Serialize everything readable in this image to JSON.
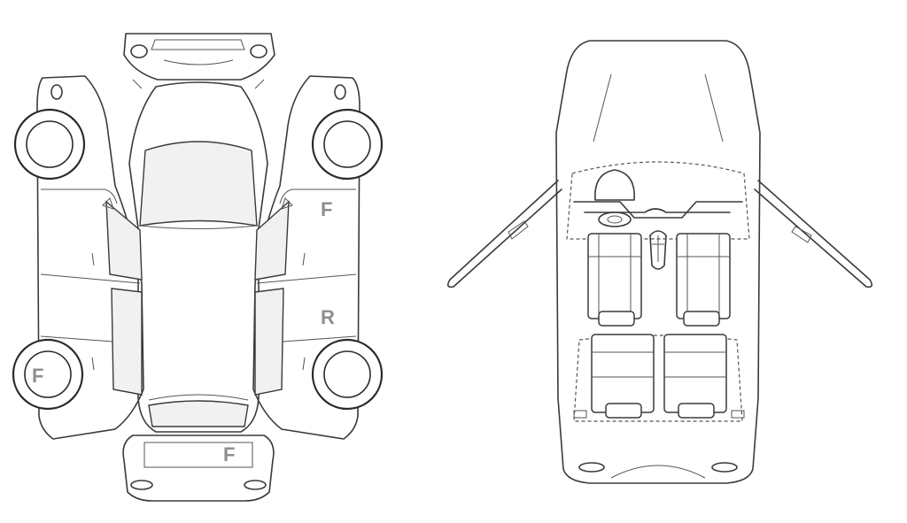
{
  "labels": {
    "mark_front_right": "F",
    "mark_rear_right": "R",
    "mark_front_left": "F",
    "mark_rear_bumper": "F"
  },
  "colors": {
    "line": "#3a3a3a",
    "mark": "#8e8e8e",
    "background": "#ffffff"
  }
}
